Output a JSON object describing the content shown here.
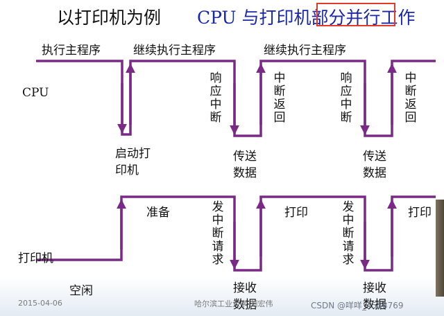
{
  "title": {
    "left": "以打印机为例",
    "right_prefix": "CPU 与打印机",
    "right_highlight": "部分并行",
    "right_suffix": "工作"
  },
  "cpu": {
    "row_label": "CPU",
    "top_labels": [
      "执行主程序",
      "继续执行主程序",
      "继续执行主程序"
    ],
    "interrupt_labels": [
      "响应中断",
      "响应中断"
    ],
    "return_labels": [
      "中断返回",
      "中断返回"
    ],
    "bottom_labels": [
      "启动打印机",
      "传送数据",
      "传送数据"
    ]
  },
  "printer": {
    "row_label": "打印机",
    "top_labels": [
      "准备",
      "打印",
      "打印"
    ],
    "interrupt_labels": [
      "发中断请求",
      "发中断请求"
    ],
    "bottom_labels": [
      "空闲",
      "接收数据",
      "接收数据"
    ]
  },
  "footer": {
    "date": "2015-04-06",
    "author": "哈尔滨工业大学 刘宏伟",
    "watermark": "CSDN @咩咩_4538769"
  },
  "colors": {
    "waveform": "#7a2a86",
    "title_blue": "#1a27a8",
    "highlight_box": "#e23a2a"
  }
}
